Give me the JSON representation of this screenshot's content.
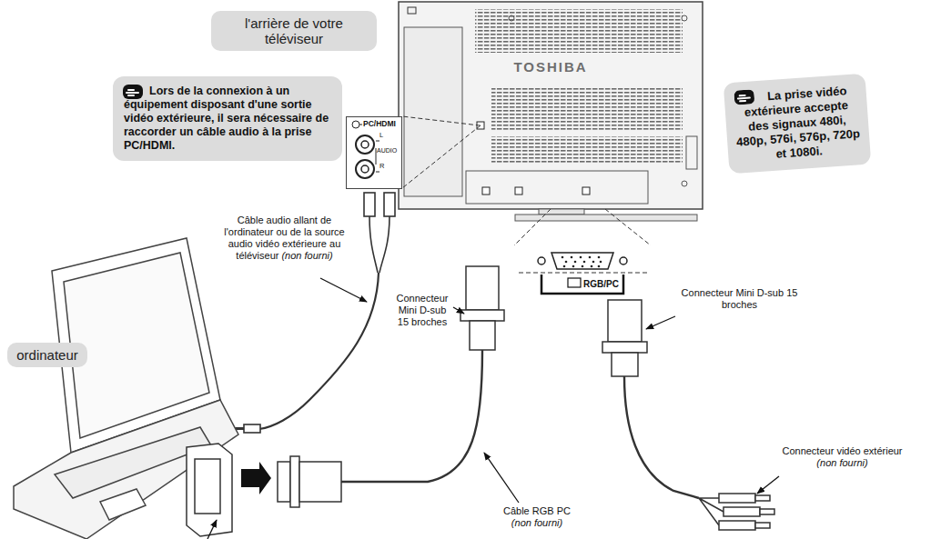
{
  "diagram": {
    "nodes": [
      {
        "text": [
          "l'arrière de votre téléviseur"
        ]
      },
      {
        "text": [
          "TOSHIBA"
        ]
      },
      {
        "text": [
          "Lors de la connexion à un équipement disposant d'une sortie vidéo extérieure, il sera nécessaire de raccorder un câble audio à la prise PC/HDMI."
        ]
      },
      {
        "text": [
          "PC/HDMI",
          "L",
          "AUDIO",
          "R"
        ]
      },
      {
        "text": [
          "La prise vidéo extérieure accepte des signaux 480i, 480p, 576i, 576p, 720p et 1080i."
        ]
      },
      {
        "text": [
          "ordinateur"
        ]
      },
      {
        "text": [
          "RGB/PC"
        ]
      }
    ],
    "edges": [
      {
        "from": 1,
        "to": 3,
        "arrow": "none"
      },
      {
        "from": 1,
        "to": 6,
        "arrow": "none"
      }
    ],
    "labels": [
      "Câble audio allant de l'ordinateur ou de la source audio vidéo extérieure au téléviseur",
      "(non fourni)",
      "Connecteur Mini D-sub 15 broches",
      "Connecteur Mini D-sub 15 broches",
      "Câble RGB PC",
      "(non fourni)",
      "Connecteur vidéo extérieur",
      "(non fourni)"
    ]
  }
}
